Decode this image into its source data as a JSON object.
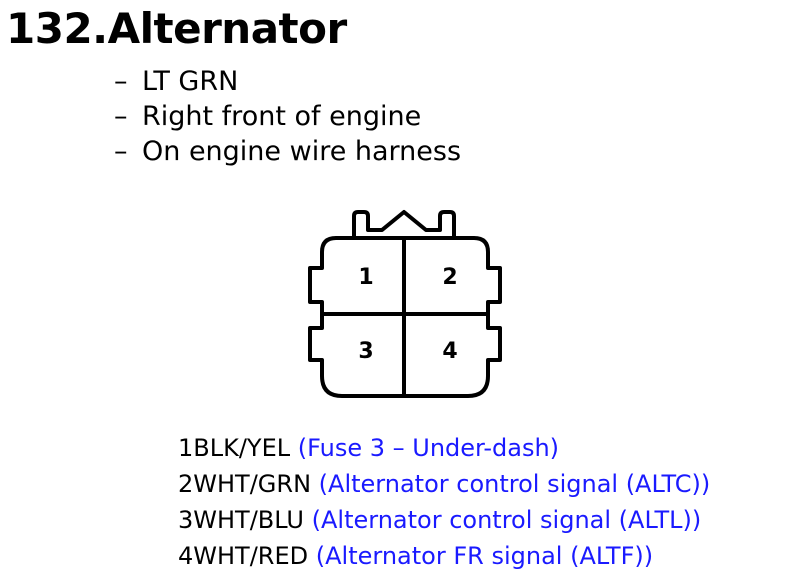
{
  "title": "132.Alternator",
  "bullets": [
    {
      "dash": "–",
      "text": "LT GRN"
    },
    {
      "dash": "–",
      "text": "Right front of engine"
    },
    {
      "dash": "–",
      "text": "On engine wire harness"
    }
  ],
  "connector": {
    "pin_labels": [
      "1",
      "2",
      "3",
      "4"
    ]
  },
  "pins": [
    {
      "wire": "1BLK/YEL",
      "desc": "(Fuse 3 – Under-dash)"
    },
    {
      "wire": "2WHT/GRN",
      "desc": "(Alternator control signal (ALTC))"
    },
    {
      "wire": "3WHT/BLU",
      "desc": "(Alternator control signal (ALTL))"
    },
    {
      "wire": "4WHT/RED",
      "desc": "(Alternator FR signal (ALTF))"
    }
  ],
  "colors": {
    "text": "#000000",
    "description": "#1a1aff",
    "connector_outline": "#000000"
  }
}
